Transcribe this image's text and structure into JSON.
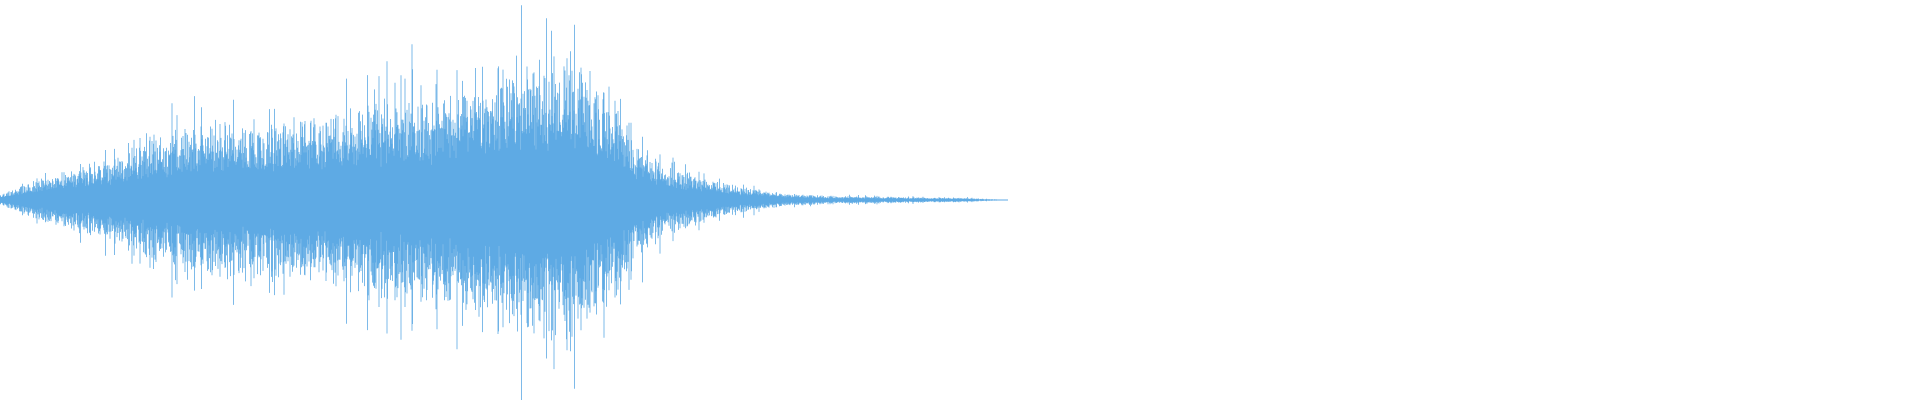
{
  "waveform": {
    "color": "#5eaae4",
    "background": "#ffffff",
    "envelope": [
      [
        0.0,
        0.03
      ],
      [
        0.015,
        0.1
      ],
      [
        0.03,
        0.16
      ],
      [
        0.05,
        0.22
      ],
      [
        0.08,
        0.36
      ],
      [
        0.11,
        0.45
      ],
      [
        0.14,
        0.48
      ],
      [
        0.17,
        0.5
      ],
      [
        0.2,
        0.55
      ],
      [
        0.23,
        0.62
      ],
      [
        0.26,
        0.74
      ],
      [
        0.285,
        0.82
      ],
      [
        0.3,
        0.8
      ],
      [
        0.32,
        0.58
      ],
      [
        0.335,
        0.3
      ],
      [
        0.35,
        0.2
      ],
      [
        0.37,
        0.12
      ],
      [
        0.39,
        0.07
      ],
      [
        0.41,
        0.035
      ],
      [
        0.44,
        0.022
      ],
      [
        0.48,
        0.015
      ],
      [
        0.505,
        0.012
      ],
      [
        0.525,
        0.0
      ]
    ]
  }
}
